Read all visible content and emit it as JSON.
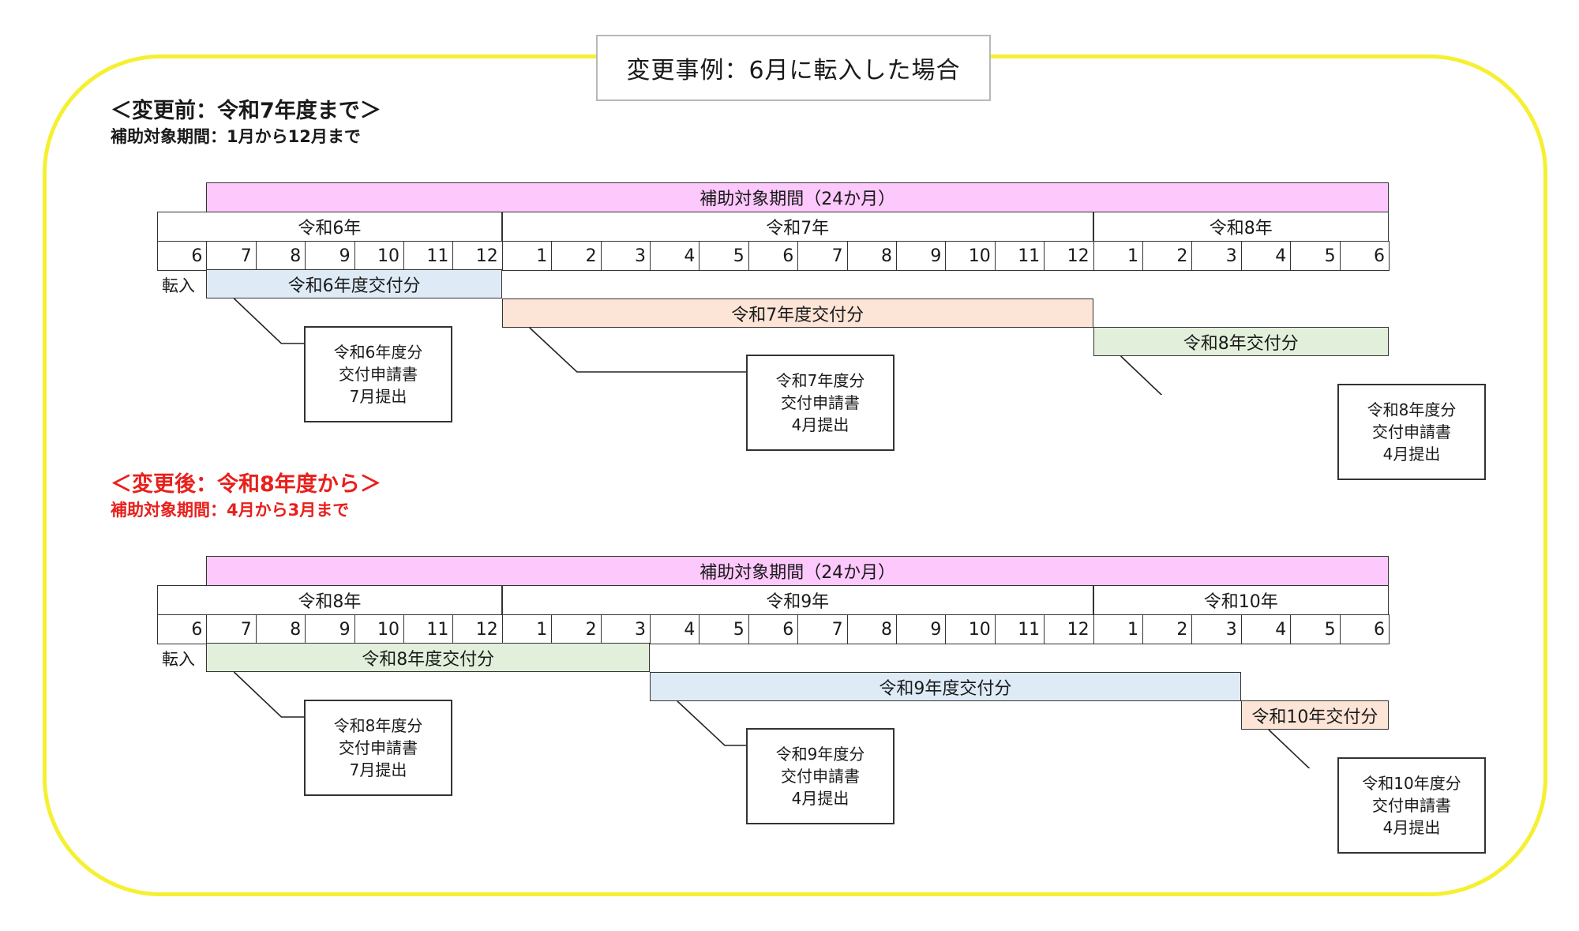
{
  "title": "変更事例：6月に転入した場合",
  "sections": [
    {
      "heading": "＜変更前：令和7年度まで＞",
      "subheading": "補助対象期間：1月から12月まで",
      "period_label": "補助対象期間（24か月）",
      "years": [
        "令和6年",
        "令和7年",
        "令和8年"
      ],
      "months": [
        "6",
        "7",
        "8",
        "9",
        "10",
        "11",
        "12",
        "1",
        "2",
        "3",
        "4",
        "5",
        "6",
        "7",
        "8",
        "9",
        "10",
        "11",
        "12",
        "1",
        "2",
        "3",
        "4",
        "5",
        "6"
      ],
      "tenyu": "転入",
      "grants": [
        "令和6年度交付分",
        "令和7年度交付分",
        "令和8年交付分"
      ],
      "notes": [
        [
          "令和6年度分",
          "交付申請書",
          "7月提出"
        ],
        [
          "令和7年度分",
          "交付申請書",
          "4月提出"
        ],
        [
          "令和8年度分",
          "交付申請書",
          "4月提出"
        ]
      ]
    },
    {
      "heading": "＜変更後：令和8年度から＞",
      "subheading": "補助対象期間：4月から3月まで",
      "period_label": "補助対象期間（24か月）",
      "years": [
        "令和8年",
        "令和9年",
        "令和10年"
      ],
      "months": [
        "6",
        "7",
        "8",
        "9",
        "10",
        "11",
        "12",
        "1",
        "2",
        "3",
        "4",
        "5",
        "6",
        "7",
        "8",
        "9",
        "10",
        "11",
        "12",
        "1",
        "2",
        "3",
        "4",
        "5",
        "6"
      ],
      "tenyu": "転入",
      "grants": [
        "令和8年度交付分",
        "令和9年度交付分",
        "令和10年交付分"
      ],
      "notes": [
        [
          "令和8年度分",
          "交付申請書",
          "7月提出"
        ],
        [
          "令和9年度分",
          "交付申請書",
          "4月提出"
        ],
        [
          "令和10年度分",
          "交付申請書",
          "4月提出"
        ]
      ]
    }
  ],
  "colors": {
    "frame": "#f5f032",
    "period_bar": "#fdc8fc",
    "grant_blue": "#deebf7",
    "grant_orange": "#fce4d6",
    "grant_green": "#e2efda",
    "heading_red": "#e8201c"
  }
}
